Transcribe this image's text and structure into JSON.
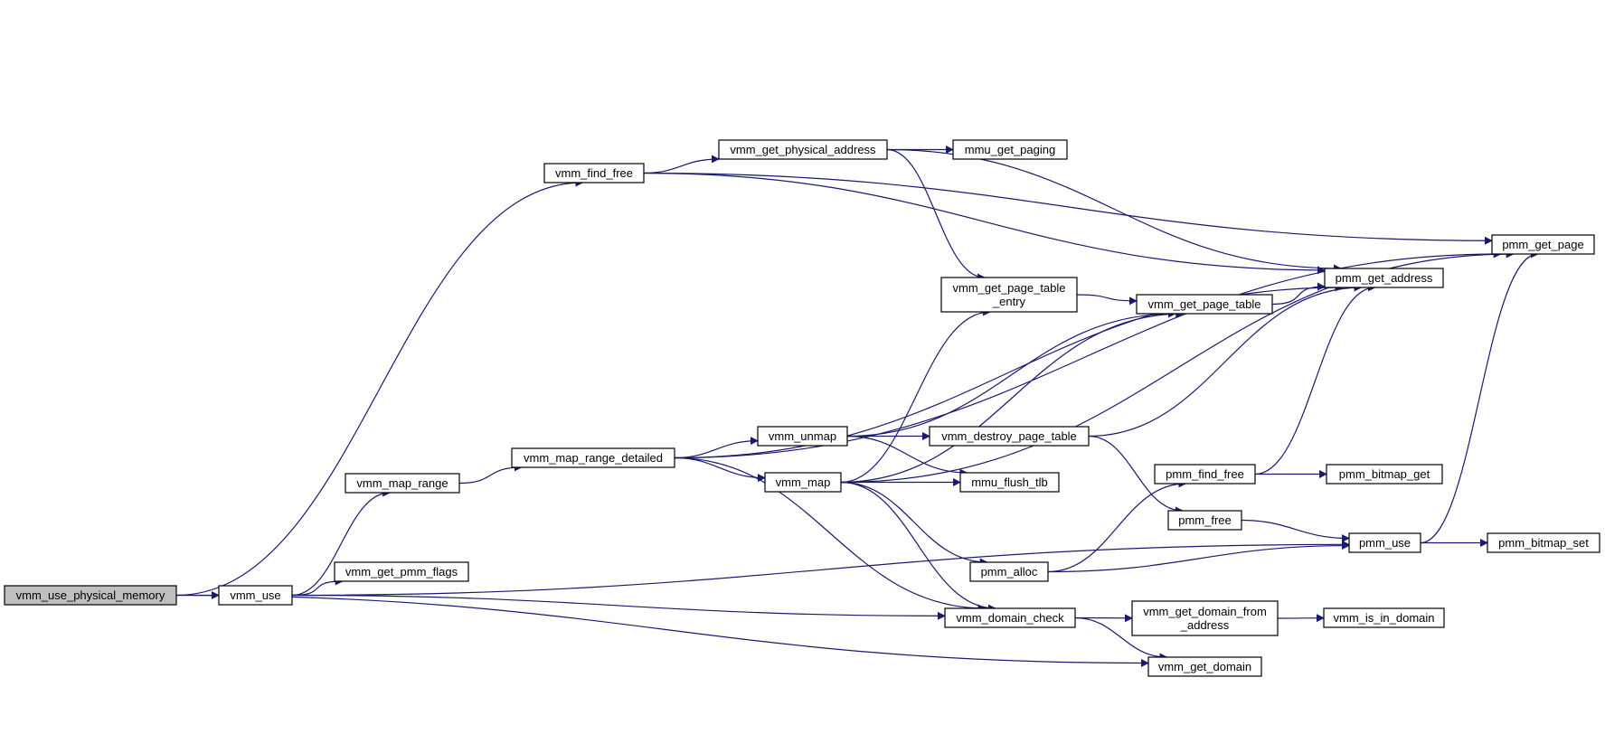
{
  "diagram": {
    "type": "call-graph",
    "edge_color": "#191970",
    "root_fill": "#bfbfbf",
    "nodes": [
      {
        "id": "vmm_use_physical_memory",
        "lines": [
          "vmm_use_physical_memory"
        ],
        "root": true
      },
      {
        "id": "vmm_use",
        "lines": [
          "vmm_use"
        ]
      },
      {
        "id": "vmm_find_free",
        "lines": [
          "vmm_find_free"
        ]
      },
      {
        "id": "vmm_map_range",
        "lines": [
          "vmm_map_range"
        ]
      },
      {
        "id": "vmm_get_pmm_flags",
        "lines": [
          "vmm_get_pmm_flags"
        ]
      },
      {
        "id": "vmm_map_range_detailed",
        "lines": [
          "vmm_map_range_detailed"
        ]
      },
      {
        "id": "vmm_get_physical_address",
        "lines": [
          "vmm_get_physical_address"
        ]
      },
      {
        "id": "mmu_get_paging",
        "lines": [
          "mmu_get_paging"
        ]
      },
      {
        "id": "vmm_unmap",
        "lines": [
          "vmm_unmap"
        ]
      },
      {
        "id": "vmm_map",
        "lines": [
          "vmm_map"
        ]
      },
      {
        "id": "vmm_get_page_table_entry",
        "lines": [
          "vmm_get_page_table",
          "_entry"
        ]
      },
      {
        "id": "vmm_destroy_page_table",
        "lines": [
          "vmm_destroy_page_table"
        ]
      },
      {
        "id": "mmu_flush_tlb",
        "lines": [
          "mmu_flush_tlb"
        ]
      },
      {
        "id": "pmm_alloc",
        "lines": [
          "pmm_alloc"
        ]
      },
      {
        "id": "vmm_domain_check",
        "lines": [
          "vmm_domain_check"
        ]
      },
      {
        "id": "vmm_get_page_table",
        "lines": [
          "vmm_get_page_table"
        ]
      },
      {
        "id": "pmm_find_free",
        "lines": [
          "pmm_find_free"
        ]
      },
      {
        "id": "pmm_free",
        "lines": [
          "pmm_free"
        ]
      },
      {
        "id": "vmm_get_domain_from_address",
        "lines": [
          "vmm_get_domain_from",
          "_address"
        ]
      },
      {
        "id": "vmm_get_domain",
        "lines": [
          "vmm_get_domain"
        ]
      },
      {
        "id": "pmm_get_address",
        "lines": [
          "pmm_get_address"
        ]
      },
      {
        "id": "pmm_bitmap_get",
        "lines": [
          "pmm_bitmap_get"
        ]
      },
      {
        "id": "pmm_use",
        "lines": [
          "pmm_use"
        ]
      },
      {
        "id": "vmm_is_in_domain",
        "lines": [
          "vmm_is_in_domain"
        ]
      },
      {
        "id": "pmm_get_page",
        "lines": [
          "pmm_get_page"
        ]
      },
      {
        "id": "pmm_bitmap_set",
        "lines": [
          "pmm_bitmap_set"
        ]
      }
    ],
    "edges": [
      [
        "vmm_use_physical_memory",
        "vmm_use"
      ],
      [
        "vmm_use_physical_memory",
        "vmm_find_free"
      ],
      [
        "vmm_use_physical_memory",
        "vmm_get_domain"
      ],
      [
        "vmm_use",
        "vmm_map_range"
      ],
      [
        "vmm_use",
        "vmm_get_pmm_flags"
      ],
      [
        "vmm_use",
        "vmm_domain_check"
      ],
      [
        "vmm_use",
        "pmm_use"
      ],
      [
        "vmm_find_free",
        "vmm_get_physical_address"
      ],
      [
        "vmm_find_free",
        "pmm_get_page"
      ],
      [
        "vmm_find_free",
        "pmm_get_address"
      ],
      [
        "vmm_map_range",
        "vmm_map_range_detailed"
      ],
      [
        "vmm_map_range_detailed",
        "vmm_unmap"
      ],
      [
        "vmm_map_range_detailed",
        "vmm_map"
      ],
      [
        "vmm_map_range_detailed",
        "vmm_domain_check"
      ],
      [
        "vmm_map_range_detailed",
        "pmm_get_page"
      ],
      [
        "vmm_map_range_detailed",
        "pmm_get_address"
      ],
      [
        "vmm_get_physical_address",
        "mmu_get_paging"
      ],
      [
        "vmm_get_physical_address",
        "vmm_get_page_table_entry"
      ],
      [
        "vmm_get_physical_address",
        "pmm_get_address"
      ],
      [
        "vmm_get_page_table_entry",
        "vmm_get_page_table"
      ],
      [
        "vmm_get_page_table",
        "pmm_get_address"
      ],
      [
        "vmm_unmap",
        "vmm_destroy_page_table"
      ],
      [
        "vmm_unmap",
        "mmu_flush_tlb"
      ],
      [
        "vmm_unmap",
        "vmm_get_page_table"
      ],
      [
        "vmm_destroy_page_table",
        "pmm_get_address"
      ],
      [
        "vmm_destroy_page_table",
        "pmm_free"
      ],
      [
        "vmm_map",
        "mmu_flush_tlb"
      ],
      [
        "vmm_map",
        "vmm_get_page_table_entry"
      ],
      [
        "vmm_map",
        "vmm_get_page_table"
      ],
      [
        "vmm_map",
        "pmm_alloc"
      ],
      [
        "vmm_map",
        "vmm_domain_check"
      ],
      [
        "vmm_map",
        "pmm_get_page"
      ],
      [
        "pmm_alloc",
        "pmm_find_free"
      ],
      [
        "pmm_alloc",
        "pmm_use"
      ],
      [
        "pmm_find_free",
        "pmm_bitmap_get"
      ],
      [
        "pmm_find_free",
        "pmm_get_address"
      ],
      [
        "pmm_free",
        "pmm_use"
      ],
      [
        "pmm_use",
        "pmm_bitmap_set"
      ],
      [
        "pmm_use",
        "pmm_get_page"
      ],
      [
        "vmm_domain_check",
        "vmm_get_domain_from_address"
      ],
      [
        "vmm_domain_check",
        "vmm_get_domain"
      ],
      [
        "vmm_get_domain_from_address",
        "vmm_is_in_domain"
      ]
    ]
  }
}
